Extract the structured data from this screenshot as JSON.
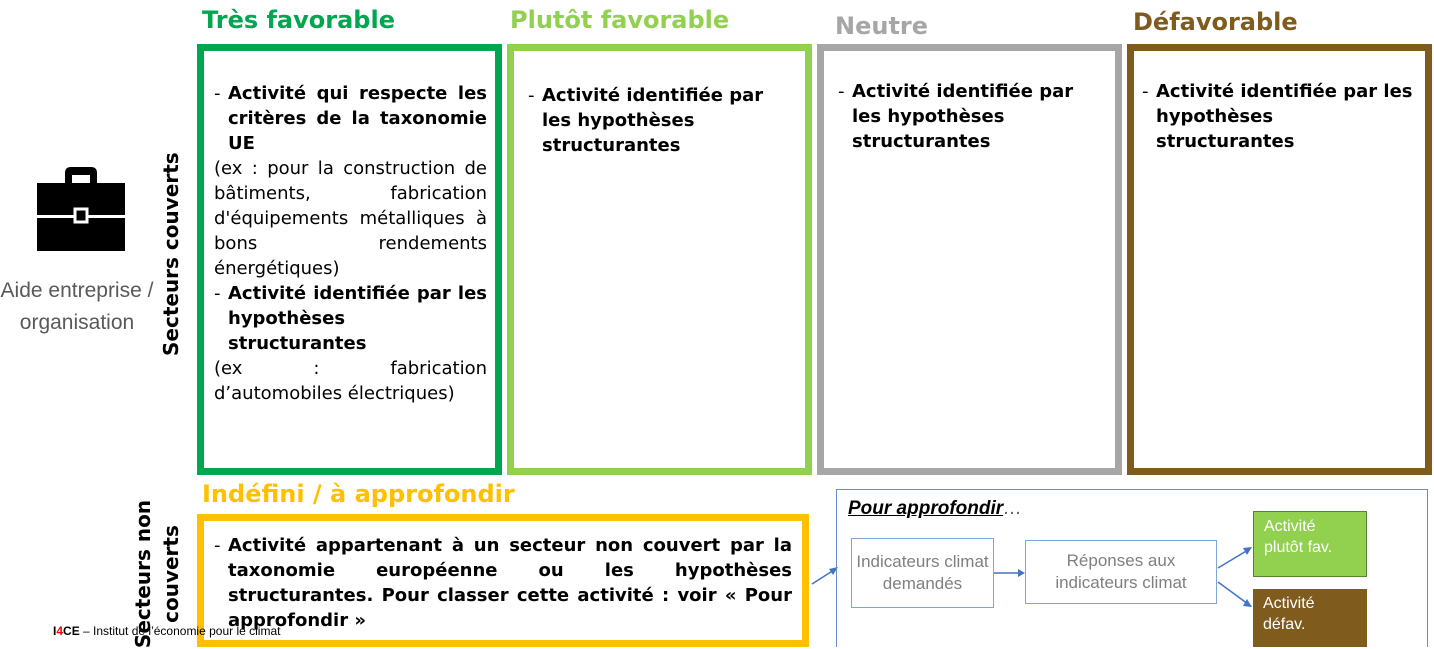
{
  "colors": {
    "tres_favorable": "#00a650",
    "plutot_favorable": "#92d050",
    "neutre": "#a6a6a6",
    "defavorable": "#7f5b1e",
    "indefini": "#ffc000",
    "approfondir_border": "#6c8ebf"
  },
  "categories": {
    "tres_favorable": "Très favorable",
    "plutot_favorable": "Plutôt favorable",
    "neutre": "Neutre",
    "defavorable": "Défavorable",
    "indefini": "Indéfini / à approfondir"
  },
  "left": {
    "icon": "briefcase-icon",
    "label": "Aide entreprise / organisation",
    "secteurs_couverts": "Secteurs couverts",
    "secteurs_non_couverts_1": "Secteurs non",
    "secteurs_non_couverts_2": "couverts"
  },
  "box_tres_favorable": {
    "item1": "Activité qui respecte les critères de la taxonomie UE",
    "item1_example": "(ex : pour la construction de bâtiments, fabrication d'équipements métalliques à bons rendements énergétiques)",
    "item2": "Activité identifiée par les hypothèses structurantes",
    "item2_example": "(ex : fabrication d’automobiles électriques)"
  },
  "box_plutot_favorable": {
    "item1": "Activité identifiée par les hypothèses structurantes"
  },
  "box_neutre": {
    "item1": "Activité identifiée par les hypothèses structurantes"
  },
  "box_defavorable": {
    "item1": "Activité identifiée par les hypothèses structurantes"
  },
  "box_indefini": {
    "item1": "Activité appartenant à un secteur non couvert par la taxonomie européenne ou les hypothèses structurantes. Pour classer cette activité : voir « Pour approfondir »"
  },
  "approfondir": {
    "title": "Pour approfondir",
    "ellipsis": "…",
    "step1": "Indicateurs climat demandés",
    "step2": "Réponses aux indicateurs climat",
    "result1": "Activité plutôt fav.",
    "result2": "Activité défav."
  },
  "footer": {
    "brand_prefix": "I",
    "brand_num": "4",
    "brand_suffix": "CE",
    "text": " – Institut de l’économie pour le climat"
  }
}
